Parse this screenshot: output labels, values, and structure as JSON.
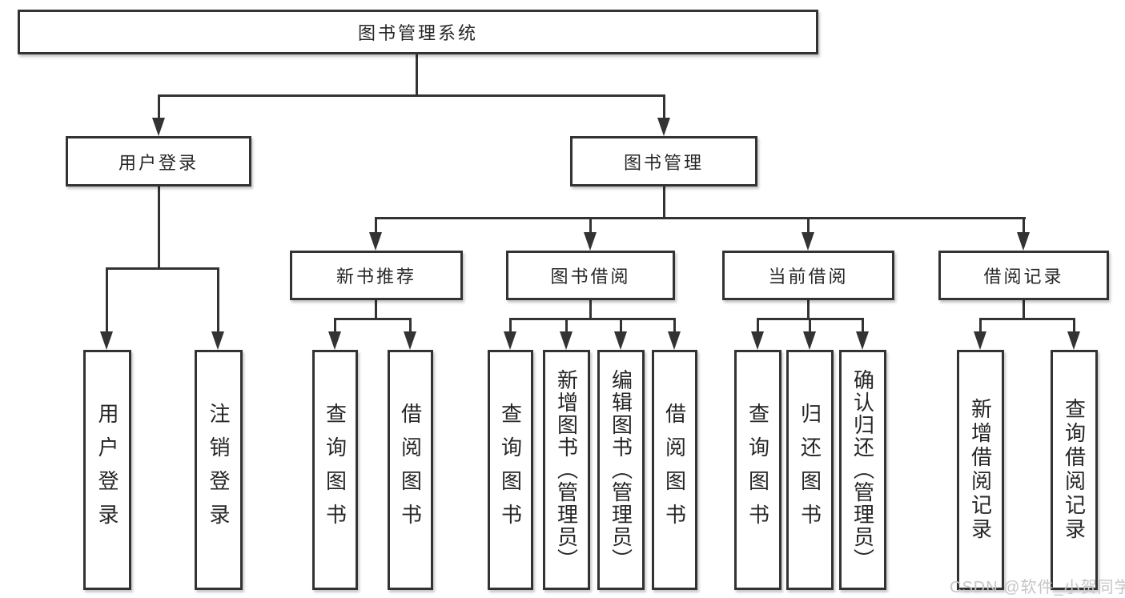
{
  "tree": {
    "root": {
      "label": "图书管理系统"
    },
    "branches": [
      {
        "label": "用户登录",
        "children": [
          {
            "label": "用户登录"
          },
          {
            "label": "注销登录"
          }
        ]
      },
      {
        "label": "图书管理",
        "children": [
          {
            "label": "新书推荐",
            "children": [
              {
                "label": "查询图书"
              },
              {
                "label": "借阅图书"
              }
            ]
          },
          {
            "label": "图书借阅",
            "children": [
              {
                "label": "查询图书"
              },
              {
                "label": "新增图书（管理员）"
              },
              {
                "label": "编辑图书（管理员）"
              },
              {
                "label": "借阅图书"
              }
            ]
          },
          {
            "label": "当前借阅",
            "children": [
              {
                "label": "查询图书"
              },
              {
                "label": "归还图书"
              },
              {
                "label": "确认归还（管理员）"
              }
            ]
          },
          {
            "label": "借阅记录",
            "children": [
              {
                "label": "新增借阅记录"
              },
              {
                "label": "查询借阅记录"
              }
            ]
          }
        ]
      }
    ]
  },
  "watermark": {
    "text": "CSDN @软件_小贺同学"
  },
  "colors": {
    "line": "#333333",
    "background": "#ffffff",
    "text": "#262626",
    "watermark": "#c6c6c6"
  }
}
